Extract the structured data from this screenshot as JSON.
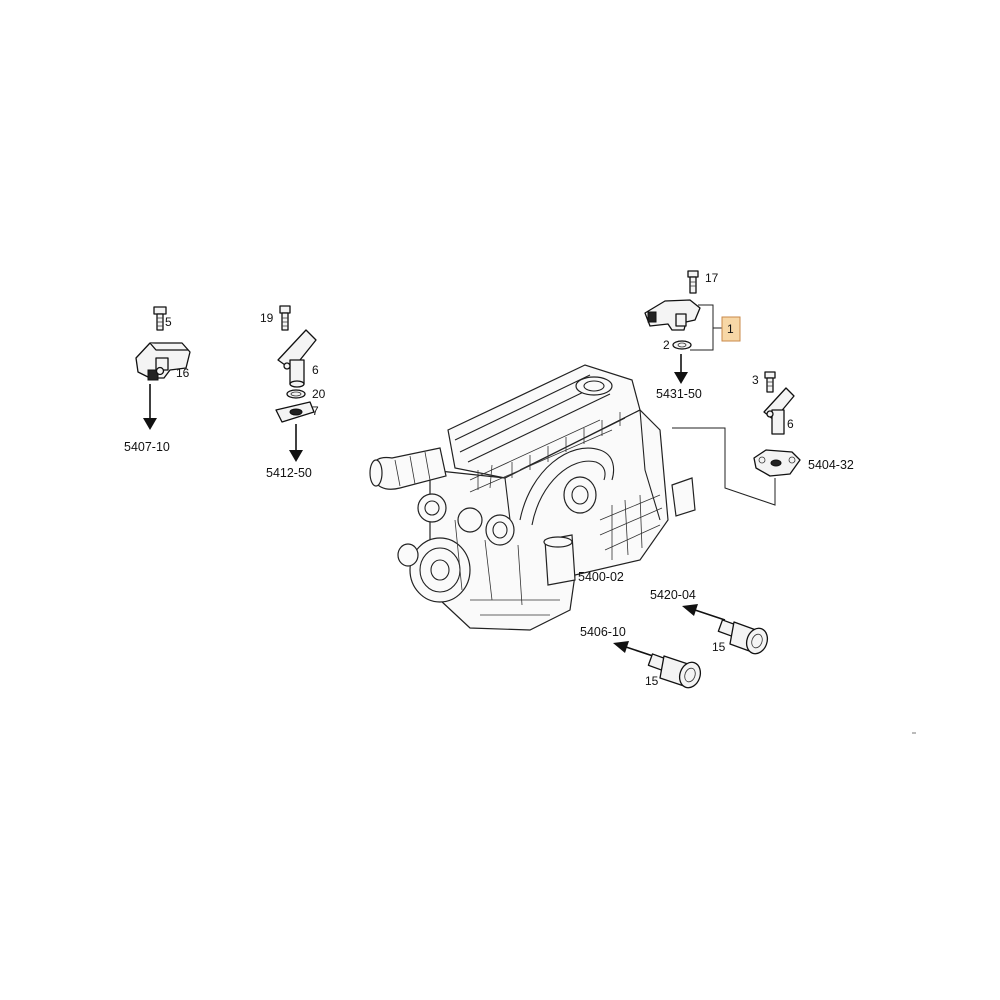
{
  "diagram": {
    "highlight": {
      "label": "1",
      "fill": "#f7d7a6",
      "stroke": "#c8894a"
    },
    "part_numbers": {
      "p5": "5",
      "p16": "16",
      "p19": "19",
      "p6a": "6",
      "p20": "20",
      "p7": "7",
      "p17": "17",
      "p2": "2",
      "p3": "3",
      "p6b": "6",
      "p15a": "15",
      "p15b": "15"
    },
    "references": {
      "r5407_10": "5407-10",
      "r5412_50": "5412-50",
      "r5431_50": "5431-50",
      "r5404_32": "5404-32",
      "r5400_02": "5400-02",
      "r5420_04": "5420-04",
      "r5406_10": "5406-10"
    }
  }
}
